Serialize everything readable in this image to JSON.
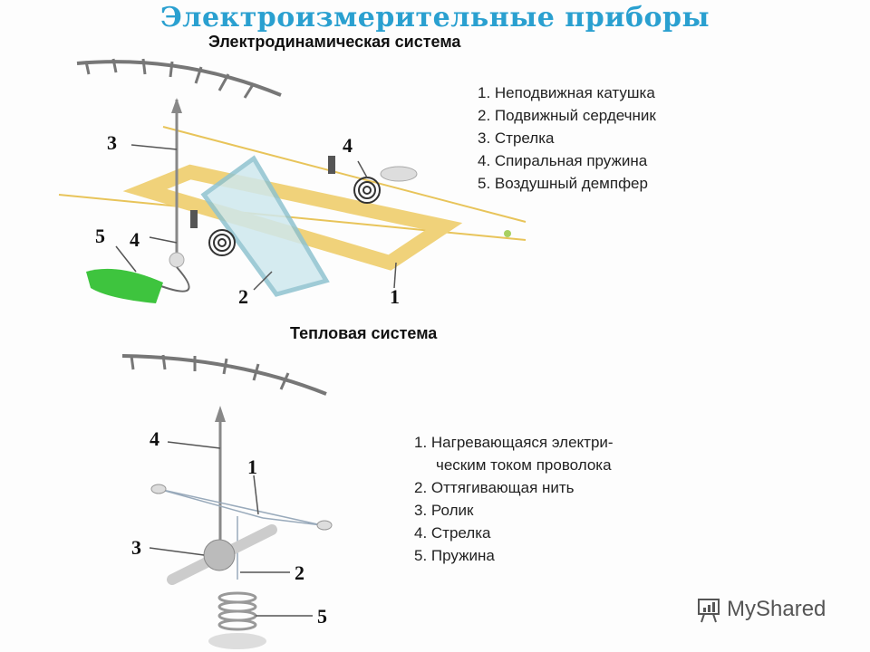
{
  "title": "Электроизмерительные приборы",
  "section1": {
    "heading": "Электродинамическая система",
    "legend": [
      "1. Неподвижная катушка",
      "2. Подвижный сердечник",
      "3. Стрелка",
      "4. Спиральная пружина",
      "5. Воздушный демпфер"
    ],
    "labels": {
      "l1": "1",
      "l2": "2",
      "l3": "3",
      "l4a": "4",
      "l4b": "4",
      "l5": "5"
    }
  },
  "section2": {
    "heading": "Тепловая система",
    "legend": [
      "1. Нагревающаяся электри-",
      "ческим током проволока",
      "2. Оттягивающая нить",
      "3. Ролик",
      "4. Стрелка",
      "5. Пружина"
    ],
    "labels": {
      "l1": "1",
      "l2": "2",
      "l3": "3",
      "l4": "4",
      "l5": "5"
    }
  },
  "watermark": "MyShared",
  "colors": {
    "title": "#2aa0d0",
    "coil": "#f0d27a",
    "damper": "#3ec43e"
  }
}
